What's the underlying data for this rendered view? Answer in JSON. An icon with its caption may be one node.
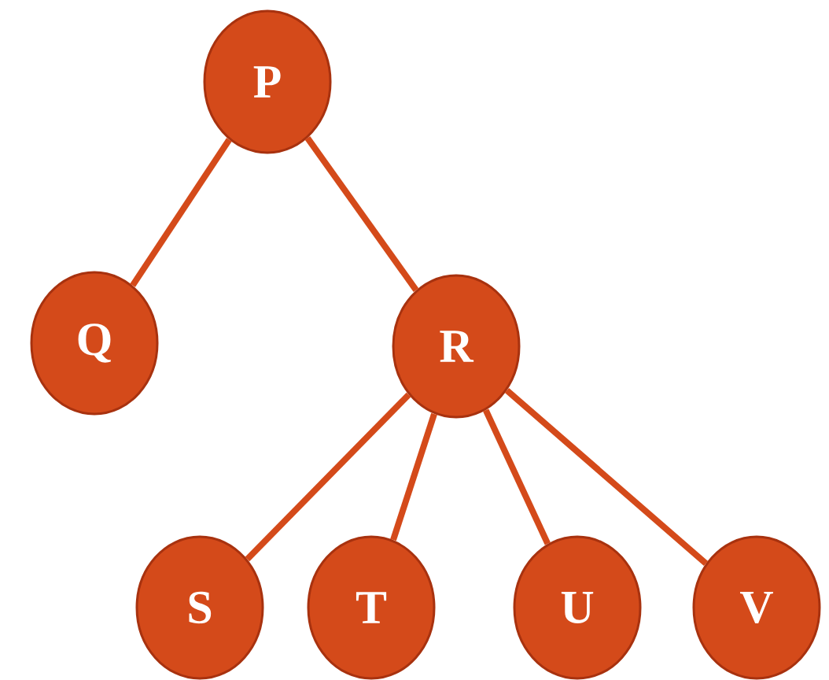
{
  "diagram": {
    "nodes": [
      {
        "text": [
          "P"
        ]
      },
      {
        "text": [
          "Q"
        ]
      },
      {
        "text": [
          "R"
        ]
      },
      {
        "text": [
          "S"
        ]
      },
      {
        "text": [
          "T"
        ]
      },
      {
        "text": [
          "U"
        ]
      },
      {
        "text": [
          "V"
        ]
      }
    ],
    "edges": [
      {
        "from": 0,
        "to": 1,
        "arrow": "none"
      },
      {
        "from": 0,
        "to": 2,
        "arrow": "none"
      },
      {
        "from": 2,
        "to": 3,
        "arrow": "none"
      },
      {
        "from": 2,
        "to": 4,
        "arrow": "none"
      },
      {
        "from": 2,
        "to": 5,
        "arrow": "none"
      },
      {
        "from": 2,
        "to": 6,
        "arrow": "none"
      }
    ]
  }
}
